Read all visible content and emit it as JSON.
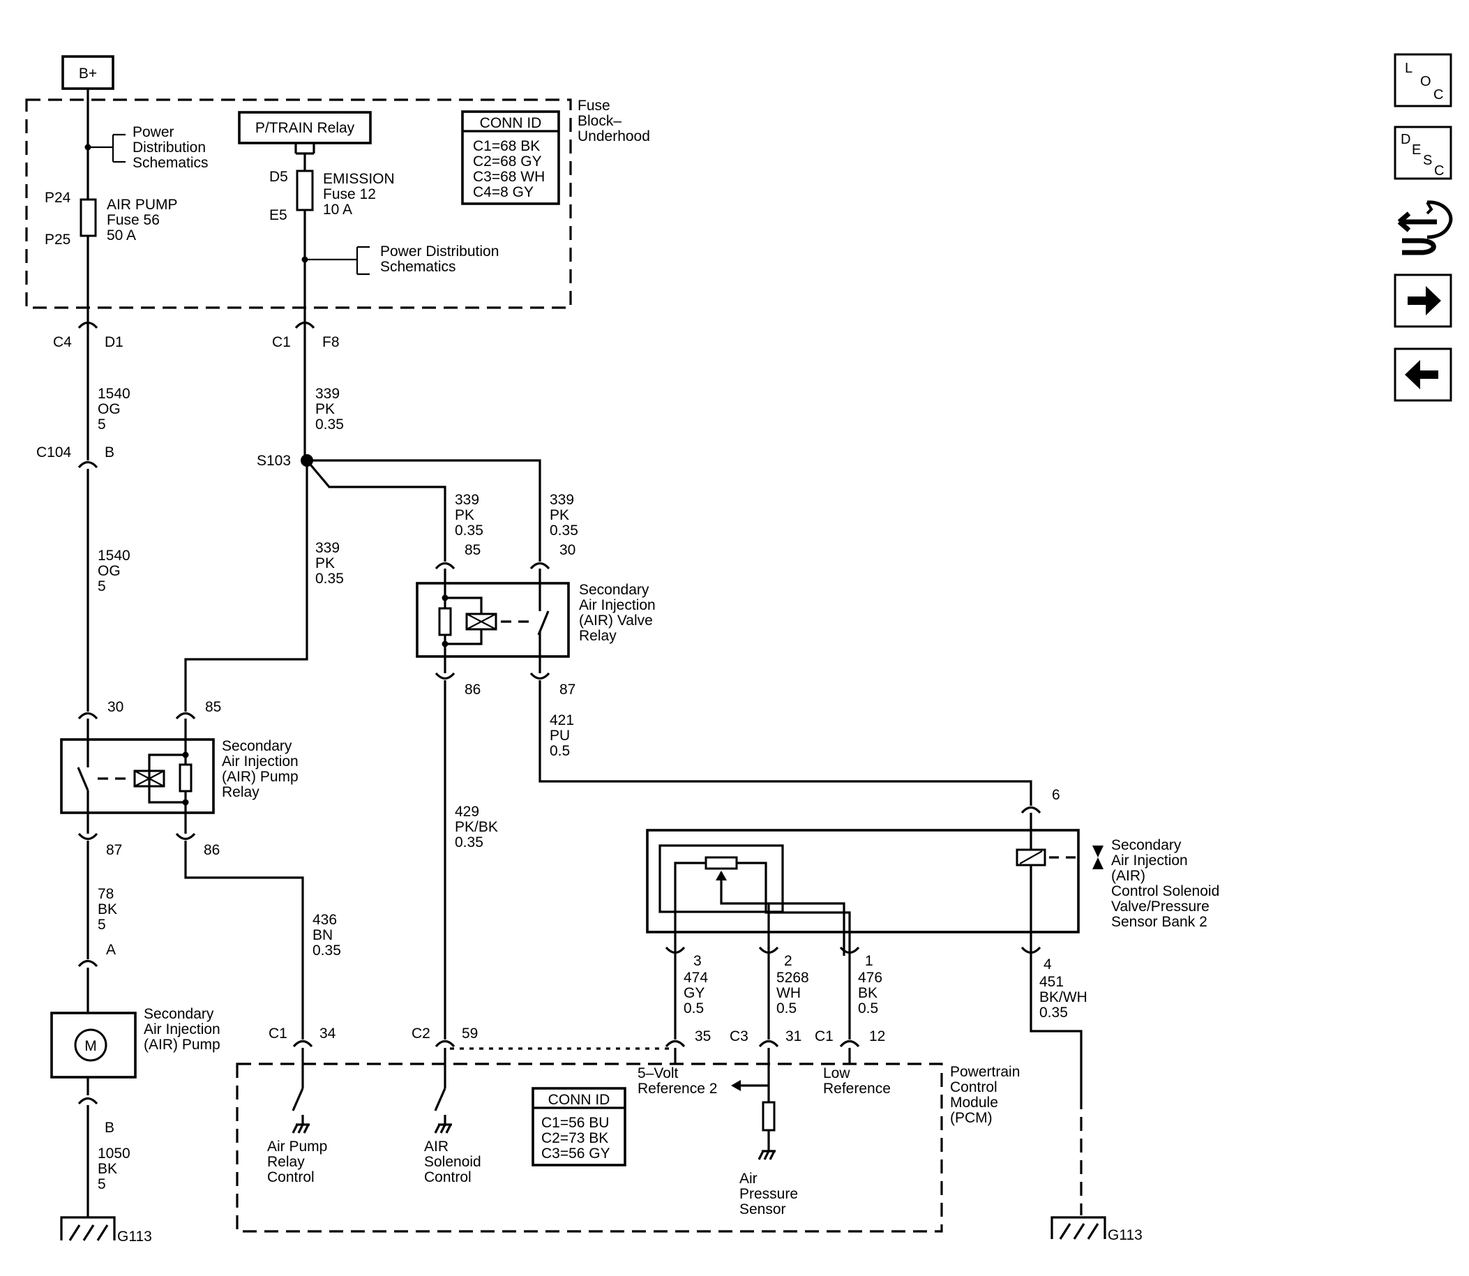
{
  "power": {
    "bplus": "B+",
    "ptrain_relay": "P/TRAIN Relay",
    "fuse_block_label": [
      "Fuse",
      "Block–",
      "Underhood"
    ],
    "conn_id_fuse": {
      "title": "CONN ID",
      "rows": [
        "C1=68 BK",
        "C2=68 GY",
        "C3=68 WH",
        "C4=8 GY"
      ]
    },
    "power_dist_1": [
      "Power",
      "Distribution",
      "Schematics"
    ],
    "power_dist_2": [
      "Power Distribution",
      "Schematics"
    ],
    "fuse56": {
      "top_pin": "P24",
      "bottom_pin": "P25",
      "label": [
        "AIR PUMP",
        "Fuse 56",
        "50 A"
      ]
    },
    "fuse12": {
      "top_pin": "D5",
      "bottom_pin": "E5",
      "label": [
        "EMISSION",
        "Fuse 12",
        "10  A"
      ]
    }
  },
  "connectors": {
    "c4": "C4",
    "d1": "D1",
    "c1_top": "C1",
    "f8": "F8",
    "c104": "C104",
    "b_c104": "B",
    "s103": "S103",
    "pin30_pump": "30",
    "pin85_pump": "85",
    "pin87_pump": "87",
    "pin86_pump": "86",
    "pin85_valve": "85",
    "pin30_valve": "30",
    "pin86_valve": "86",
    "pin87_valve": "87",
    "pump_a": "A",
    "pump_b": "B",
    "pcm_c1_a": "C1",
    "pcm_34": "34",
    "pcm_c2": "C2",
    "pcm_59": "59",
    "pcm_35": "35",
    "pcm_c3": "C3",
    "pcm_31": "31",
    "pcm_c1_b": "C1",
    "pcm_12": "12",
    "sol_pin6": "6",
    "sol_pin3": "3",
    "sol_pin2": "2",
    "sol_pin1": "1",
    "sol_pin4": "4",
    "g113_left": "G113",
    "g113_right": "G113"
  },
  "wires": {
    "w1540_top": [
      "1540",
      "OG",
      "5"
    ],
    "w339_top": [
      "339",
      "PK",
      "0.35"
    ],
    "w1540_mid": [
      "1540",
      "OG",
      "5"
    ],
    "w339_mid": [
      "339",
      "PK",
      "0.35"
    ],
    "w339_85": [
      "339",
      "PK",
      "0.35"
    ],
    "w339_30": [
      "339",
      "PK",
      "0.35"
    ],
    "w421": [
      "421",
      "PU",
      "0.5"
    ],
    "w429": [
      "429",
      "PK/BK",
      "0.35"
    ],
    "w78": [
      "78",
      "BK",
      "5"
    ],
    "w436": [
      "436",
      "BN",
      "0.35"
    ],
    "w1050": [
      "1050",
      "BK",
      "5"
    ],
    "w474": [
      "474",
      "GY",
      "0.5"
    ],
    "w5268": [
      "5268",
      "WH",
      "0.5"
    ],
    "w476": [
      "476",
      "BK",
      "0.5"
    ],
    "w451": [
      "451",
      "BK/WH",
      "0.35"
    ]
  },
  "components": {
    "pump_relay": [
      "Secondary",
      "Air Injection",
      "(AIR) Pump",
      "Relay"
    ],
    "valve_relay": [
      "Secondary",
      "Air Injection",
      "(AIR) Valve",
      "Relay"
    ],
    "air_pump": [
      "Secondary",
      "Air Injection",
      "(AIR) Pump"
    ],
    "motor": "M",
    "solenoid": [
      "Secondary",
      "Air Injection",
      "(AIR)",
      "Control Solenoid",
      "Valve/Pressure",
      "Sensor Bank 2"
    ]
  },
  "pcm": {
    "label": [
      "Powertrain",
      "Control",
      "Module",
      "(PCM)"
    ],
    "conn_id": {
      "title": "CONN ID",
      "rows": [
        "C1=56 BU",
        "C2=73 BK",
        "C3=56 GY"
      ]
    },
    "air_pump_relay_control": [
      "Air Pump",
      "Relay",
      "Control"
    ],
    "air_solenoid_control": [
      "AIR",
      "Solenoid",
      "Control"
    ],
    "five_volt_ref": [
      "5–Volt",
      "Reference 2"
    ],
    "low_ref": [
      "Low",
      "Reference"
    ],
    "air_pressure_sensor": [
      "Air",
      "Pressure",
      "Sensor"
    ]
  },
  "nav": {
    "loc": [
      "L",
      "O",
      "C"
    ],
    "desc": [
      "D",
      "E",
      "S",
      "C"
    ],
    "icons": [
      "loc-icon",
      "desc-icon",
      "connector-swap-icon",
      "arrow-right-icon",
      "arrow-left-icon"
    ]
  }
}
